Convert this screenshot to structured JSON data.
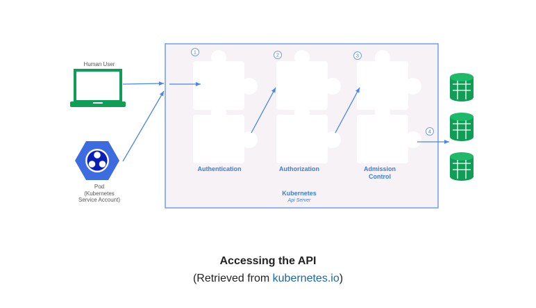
{
  "diagram": {
    "human_user_label": "Human User",
    "pod_label_lines": [
      "Pod",
      "(Kubernetes",
      "Service Account)"
    ],
    "steps": [
      {
        "number": "1",
        "label_lines": [
          "Authentication"
        ]
      },
      {
        "number": "2",
        "label_lines": [
          "Authorization"
        ]
      },
      {
        "number": "3",
        "label_lines": [
          "Admission",
          "Control"
        ]
      },
      {
        "number": "4",
        "label_lines": []
      }
    ],
    "server_title": "Kubernetes",
    "server_subtitle": "Api Server",
    "colors": {
      "border": "#6f9ee8",
      "box_fill": "#f6f2f5",
      "arrow": "#4a86e8",
      "step_text": "#3b7de0",
      "green": "#0f9d58",
      "pod_blue": "#3d6be0"
    },
    "icons": [
      "laptop-icon",
      "pod-icon",
      "database-icon"
    ]
  },
  "caption": {
    "title": "Accessing the API",
    "sub_prefix": "(Retrieved from ",
    "sub_link": "kubernetes.io",
    "sub_suffix": ")"
  }
}
